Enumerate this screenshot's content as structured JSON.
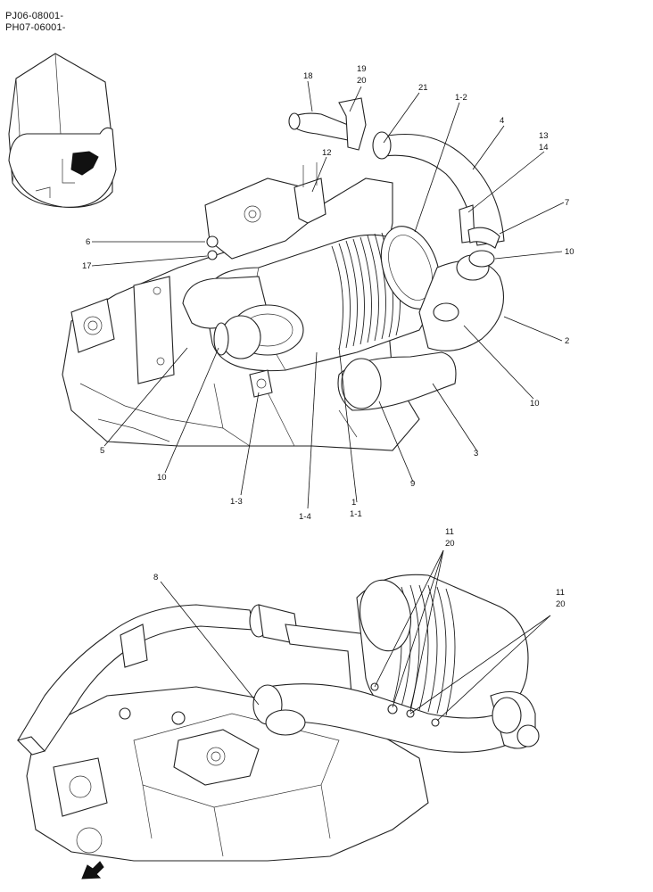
{
  "header": {
    "serial_line_1": "PJ06-08001-",
    "serial_line_2": "PH07-06001-"
  },
  "top_view": {
    "callouts": [
      "18",
      "19",
      "20",
      "21",
      "1-2",
      "4",
      "13",
      "14",
      "12",
      "7",
      "6",
      "17",
      "10",
      "2",
      "5",
      "10",
      "10",
      "3",
      "9",
      "1-3",
      "1-4",
      "1",
      "1-1"
    ]
  },
  "bottom_view": {
    "callouts": [
      "8",
      "11",
      "20",
      "11",
      "20"
    ]
  },
  "icons": {
    "locator": "machine-locator-thumbnail-icon",
    "direction": "front-direction-arrow-icon"
  }
}
